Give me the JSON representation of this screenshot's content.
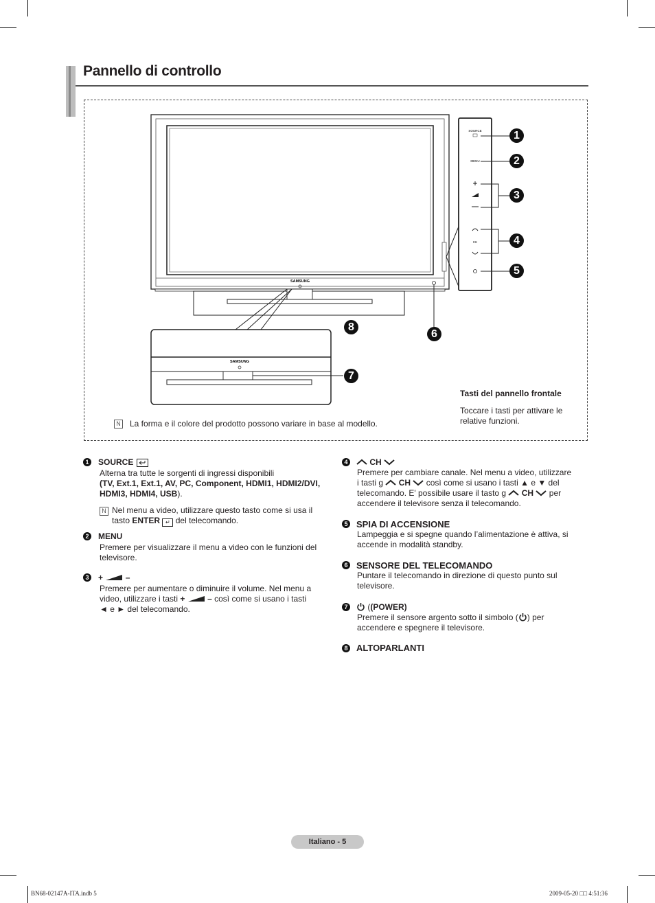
{
  "title": "Pannello di controllo",
  "diagram": {
    "brand": "SAMSUNG",
    "panel_labels": {
      "source": "SOURCE",
      "menu": "MENU",
      "ch": "CH"
    },
    "callouts": [
      "1",
      "2",
      "3",
      "4",
      "5",
      "6",
      "7",
      "8"
    ]
  },
  "front_panel": {
    "title": "Tasti del pannello frontale",
    "text": "Toccare i tasti per attivare le relative funzioni."
  },
  "note": "La forma e il colore del prodotto possono variare in base al modello.",
  "items": [
    {
      "num": "1",
      "heading": "SOURCE",
      "text": "Alterna tra tutte le sorgenti di ingressi disponibili",
      "text_bold": "TV, Ext.1, Ext.1, AV, PC, Component, HDMI1, HDMI2/DVI, HDMI3, HDMI4, USB",
      "note_a": "Nel menu a video, utilizzare questo tasto come si usa il tasto",
      "note_enter": "ENTER",
      "note_b": "del telecomando."
    },
    {
      "num": "2",
      "heading": "MENU",
      "text": "Premere per visualizzare il menu a video con le funzioni del televisore."
    },
    {
      "num": "3",
      "heading_plus": "+",
      "heading_minus": "–",
      "text_a": "Premere per aumentare o diminuire il volume. Nel menu a video, utilizzare i tasti",
      "text_plus": "+",
      "text_minus": "–",
      "text_b": "così come si usano i tasti",
      "text_c": "◄ e ► del telecomando."
    },
    {
      "num": "4",
      "heading": "CH",
      "text_1": "Premere per cambiare canale. Nel menu a video, utilizzare",
      "text_2a": "i tasti g",
      "text_2ch": "CH",
      "text_2b": "così come si usano i tasti ▲ e ▼ del",
      "text_3a": "telecomando. E' possibile usare il tasto g",
      "text_3ch": "CH",
      "text_3b": "per",
      "text_4": "accendere il televisore senza il telecomando."
    },
    {
      "num": "5",
      "heading": "SPIA DI ACCENSIONE",
      "text": "Lampeggia e si spegne quando l’alimentazione è attiva, si accende in modalità standby."
    },
    {
      "num": "6",
      "heading": "SENSORE DEL TELECOMANDO",
      "text": "Puntare il telecomando in direzione di questo punto sul televisore."
    },
    {
      "num": "7",
      "heading": "(POWER)",
      "text_a": "Premere il sensore argento sotto il simbolo (",
      "text_b": ")  per",
      "text_c": "accendere e spegnere il televisore."
    },
    {
      "num": "8",
      "heading": "ALTOPARLANTI"
    }
  ],
  "footer": {
    "page_label": "Italiano - 5",
    "file": "BN68-02147A-ITA.indb   5",
    "timestamp": "2009-05-20   □□ 4:51:36"
  }
}
